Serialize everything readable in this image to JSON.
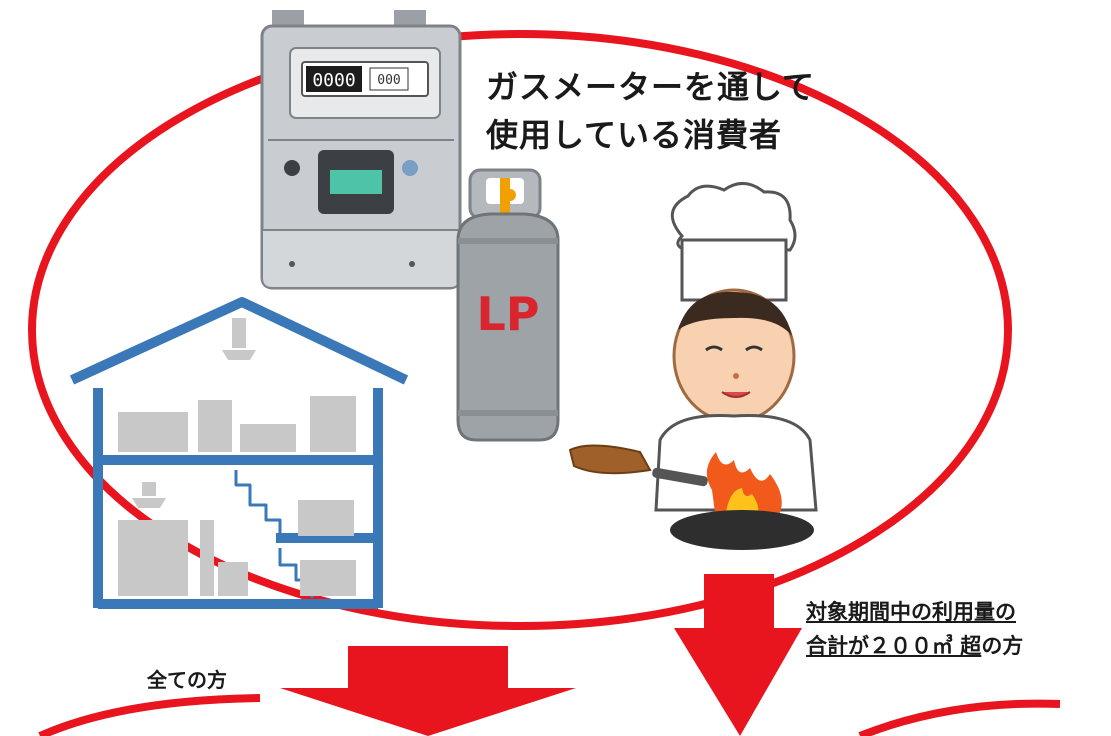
{
  "header": {
    "line1": "ガスメーターを通して",
    "line2": "使用している消費者"
  },
  "meter": {
    "main_reading": "0000",
    "sub_reading": "000"
  },
  "cylinder": {
    "label": "LP"
  },
  "condition": {
    "line1": "対象期間中の利用量の",
    "line2_underlined": "合計が２００㎥ 超",
    "line2_suffix": "の方"
  },
  "all_label": "全ての方",
  "colors": {
    "accent_red": "#e8141e",
    "house_blue": "#3a78b8",
    "furniture_gray": "#c8c8c8",
    "cylinder_gray": "#9ea3a8",
    "meter_gray": "#c9cdd1"
  },
  "icons": [
    "gas-meter-icon",
    "lp-gas-cylinder-icon",
    "chef-icon",
    "house-icon",
    "frying-pan-fire-icon"
  ]
}
